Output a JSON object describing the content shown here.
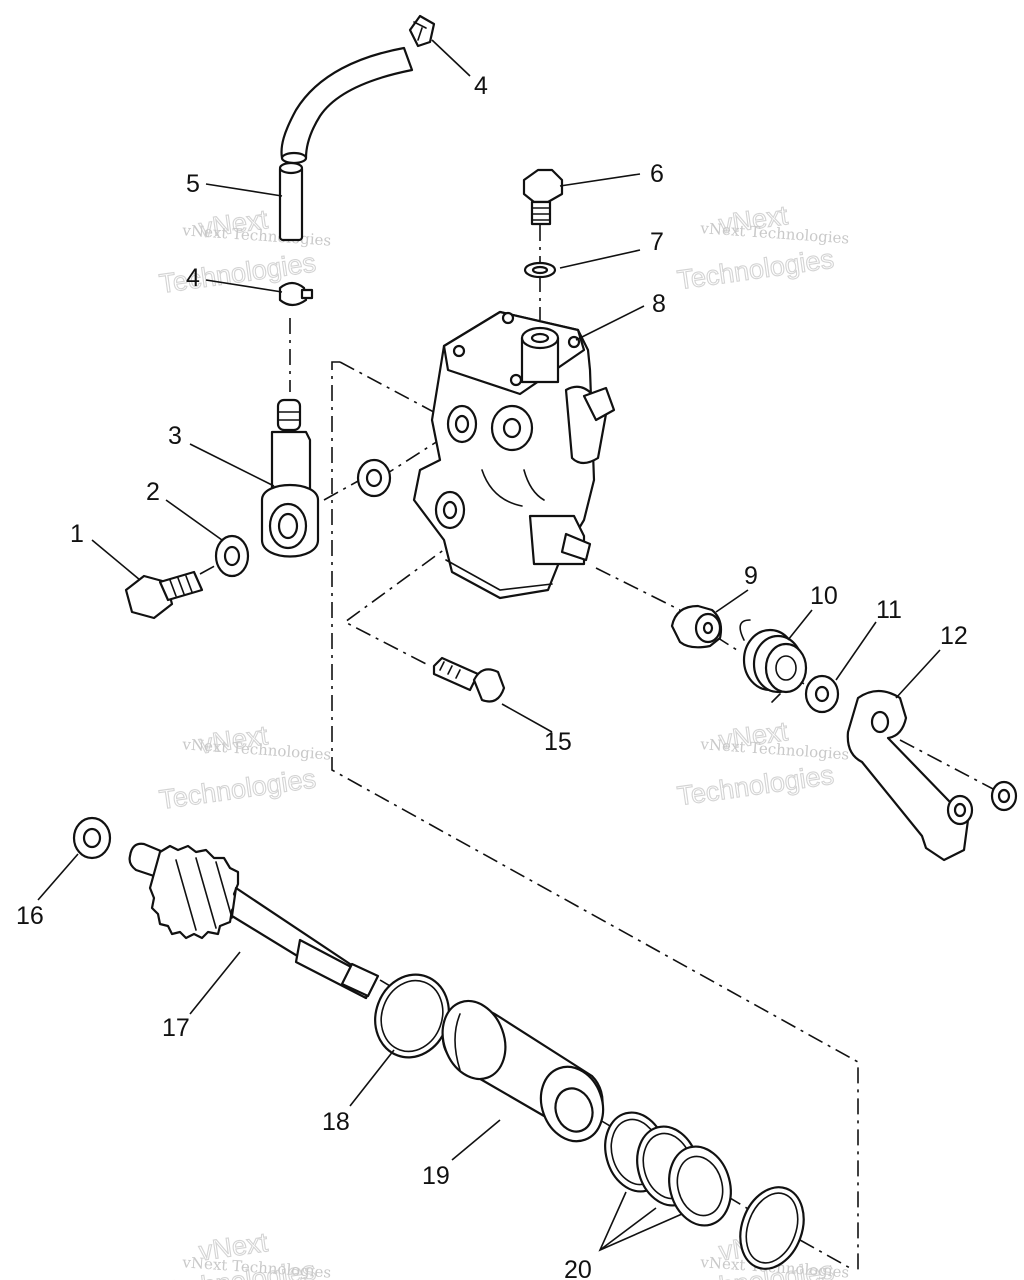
{
  "watermark": {
    "line1": "vNext",
    "line2": "Technologies",
    "small": "vNext Technologies"
  },
  "callouts": {
    "c1": "1",
    "c2": "2",
    "c3": "3",
    "c4_top": "4",
    "c4_mid": "4",
    "c5": "5",
    "c6": "6",
    "c7": "7",
    "c8": "8",
    "c9": "9",
    "c10": "10",
    "c11": "11",
    "c12": "12",
    "c15": "15",
    "c16": "16",
    "c17": "17",
    "c18": "18",
    "c19": "19",
    "c20": "20"
  }
}
